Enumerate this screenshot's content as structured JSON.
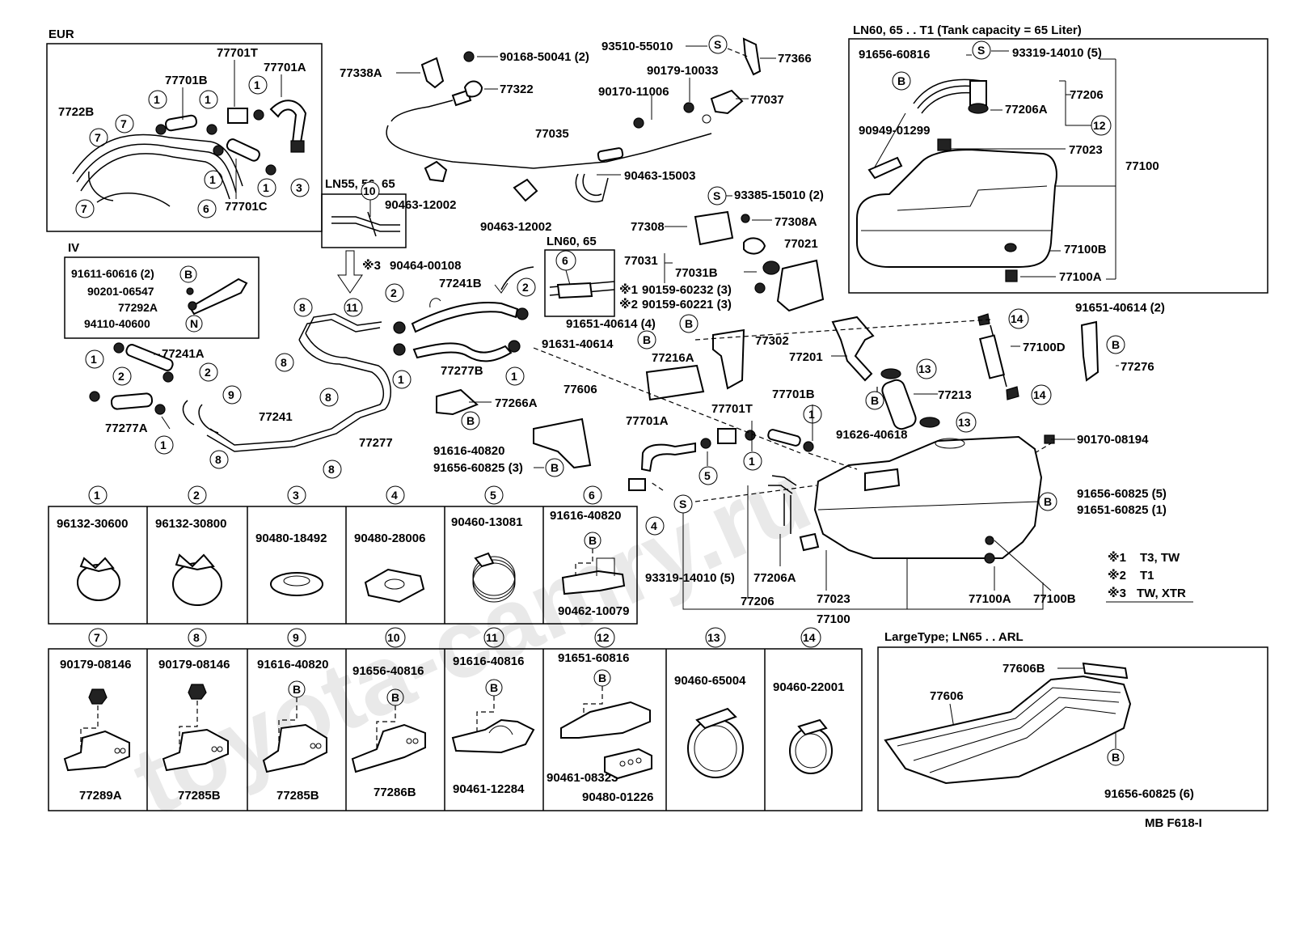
{
  "watermark": "toyota-camry.ru",
  "footer_code": "MB F618-I",
  "boxes": {
    "eur": "EUR",
    "iv": "IV",
    "ln55": "LN55, 56, 65",
    "ln60_top": "LN60, 65 . . T1 (Tank capacity = 65 Liter)",
    "ln60_small": "LN60, 65",
    "large_type": "LargeType; LN65 . . ARL"
  },
  "legend": [
    {
      "mark": "※1",
      "text": "T3, TW"
    },
    {
      "mark": "※2",
      "text": "T1"
    },
    {
      "mark": "※3",
      "text": "TW, XTR"
    }
  ],
  "eur_labels": [
    "77701T",
    "77701A",
    "77701B",
    "7722B",
    "77701C"
  ],
  "iv_labels": [
    "91611-60616 (2)",
    "90201-06547",
    "77292A",
    "94110-40600"
  ],
  "center_labels": {
    "p77338a": "77338A",
    "p90168": "90168-50041 (2)",
    "p93510": "93510-55010",
    "p77366": "77366",
    "p90179": "90179-10033",
    "p77322": "77322",
    "p90170": "90170-11006",
    "p77037": "77037",
    "p77035": "77035",
    "p90463a": "90463-12002",
    "p90463b": "90463-12002",
    "p90463c": "90463-15003",
    "p93385": "93385-15010 (2)",
    "p77308": "77308",
    "p77308a": "77308A",
    "p77021": "77021",
    "p77031": "77031",
    "p77031b": "77031B",
    "p90159a": "90159-60232 (3)",
    "p90159b": "90159-60221 (3)",
    "p90464": "90464-00108",
    "p77241b": "77241B",
    "p91651a": "91651-40614 (4)",
    "p77302": "77302",
    "p91631": "91631-40614",
    "p77277b": "77277B",
    "p77241a": "77241A",
    "p77277a": "77277A",
    "p77241": "77241",
    "p77277": "77277",
    "p77266a": "77266A",
    "p91616": "91616-40820",
    "p91656": "91656-60825 (3)",
    "p77606": "77606",
    "p77216a": "77216A",
    "p77701a": "77701A",
    "p77701t": "77701T",
    "p77701b": "77701B",
    "p77201": "77201",
    "p77213": "77213",
    "p91626": "91626-40618",
    "p77100d": "77100D",
    "p91651b": "91651-40614 (2)",
    "p77276": "77276",
    "p90170b": "90170-08194",
    "p91656b": "91656-60825 (5)",
    "p91651c": "91651-60825 (1)",
    "p93319": "93319-14010 (5)",
    "p77206a": "77206A",
    "p77206": "77206",
    "p77023": "77023",
    "p77100": "77100",
    "p77100a": "77100A",
    "p77100b": "77100B"
  },
  "tank_box_labels": {
    "a": "91656-60816",
    "b": "93319-14010 (5)",
    "c": "77206",
    "d": "77206A",
    "e": "90949-01299",
    "f": "77023",
    "g": "77100",
    "h": "77100B",
    "i": "77100A"
  },
  "parts_row1": [
    {
      "n": "1",
      "code": "96132-30600"
    },
    {
      "n": "2",
      "code": "96132-30800"
    },
    {
      "n": "3",
      "code": "90480-18492"
    },
    {
      "n": "4",
      "code": "90480-28006"
    },
    {
      "n": "5",
      "code": "90460-13081"
    },
    {
      "n": "6",
      "code": "91616-40820",
      "code2": "90462-10079"
    }
  ],
  "parts_row2": [
    {
      "n": "7",
      "code": "90179-08146",
      "sub": "77289A"
    },
    {
      "n": "8",
      "code": "90179-08146",
      "sub": "77285B"
    },
    {
      "n": "9",
      "code": "91616-40820",
      "sub": "77285B"
    },
    {
      "n": "10",
      "code": "91656-40816",
      "sub": "77286B"
    },
    {
      "n": "11",
      "code": "91616-40816",
      "sub": "90461-12284"
    },
    {
      "n": "12",
      "code": "91651-60816",
      "sub": "90461-08323",
      "sub2": "90480-01226"
    },
    {
      "n": "13",
      "code": "90460-65004"
    },
    {
      "n": "14",
      "code": "90460-22001"
    }
  ],
  "large_labels": {
    "a": "77606B",
    "b": "77606",
    "c": "91656-60825 (6)"
  }
}
